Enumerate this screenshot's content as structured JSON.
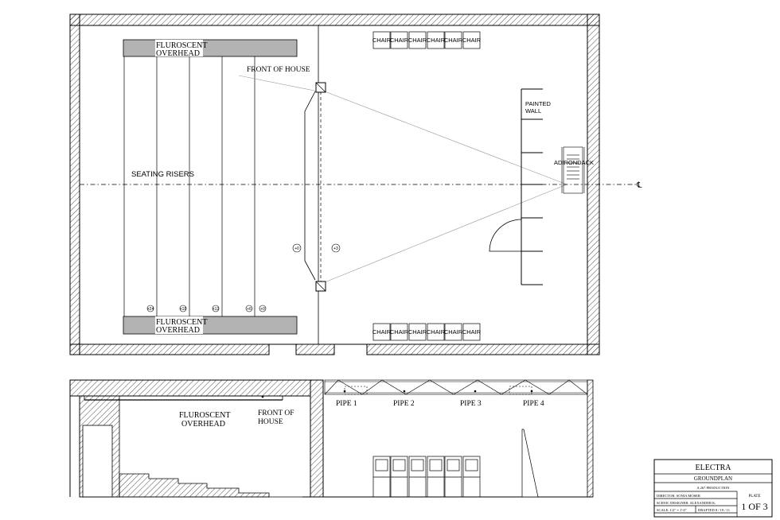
{
  "plan": {
    "fluor_top_1": "FLUROSCENT",
    "fluor_top_2": "OVERHEAD",
    "fluor_bottom_1": "FLUROSCENT",
    "fluor_bottom_2": "OVERHEAD",
    "front_of_house": "FRONT OF HOUSE",
    "seating_risers": "SEATING RISERS",
    "painted_wall_1": "PAINTED",
    "painted_wall_2": "WALL",
    "adirondack": "ADIRONDACK",
    "centerline_mark": "℄",
    "chairs_top": [
      "CHAIR",
      "CHAIR",
      "CHAIR",
      "CHAIR",
      "CHAIR",
      "CHAIR"
    ],
    "chairs_bottom": [
      "CHAIR",
      "CHAIR",
      "CHAIR",
      "CHAIR",
      "CHAIR",
      "CHAIR"
    ],
    "riser_heights": [
      "+24",
      "+18",
      "+12",
      "+6",
      "+0"
    ],
    "level_left": "+0",
    "level_right": "+3"
  },
  "section": {
    "fluor_1": "FLUROSCENT",
    "fluor_2": "OVERHEAD",
    "foh_1": "FRONT OF",
    "foh_2": "HOUSE",
    "pipes": [
      "PIPE 1",
      "PIPE 2",
      "PIPE 3",
      "PIPE 4"
    ]
  },
  "title_block": {
    "show": "ELECTRA",
    "sheet": "GROUNDPLAN",
    "production": "A 267 PRODUCTION",
    "director": "DIRECTOR: SONIA MOSER",
    "designer": "SCENIC DESIGNER: ALEXANDER K.",
    "scale": "SCALE: 1/2\" = 1'-0\"",
    "drafted": "DRAFTED 8 / 19 / 11",
    "plate_label": "PLATE",
    "plate": "1 OF 3"
  }
}
